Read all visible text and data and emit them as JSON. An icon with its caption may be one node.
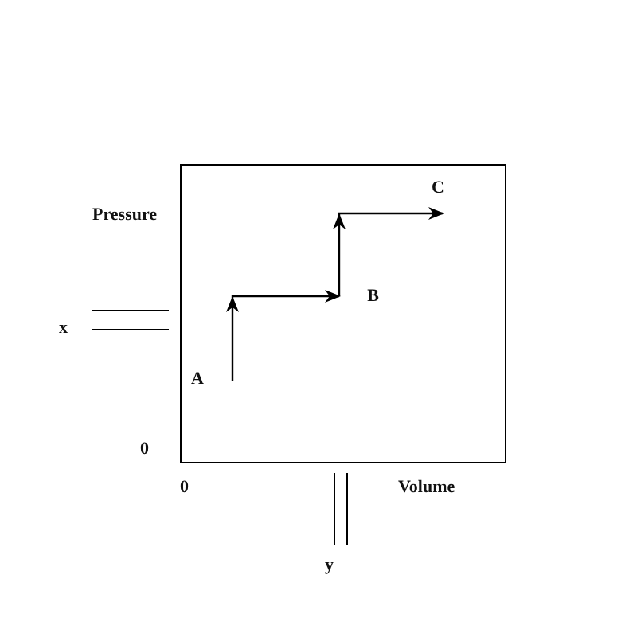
{
  "diagram": {
    "nodes": [
      {
        "text": [],
        "shape": "box"
      },
      {
        "text": [
          "A"
        ],
        "in": 0
      },
      {
        "text": [
          "B"
        ],
        "in": 0
      },
      {
        "text": [
          "C"
        ],
        "in": 0
      }
    ],
    "edges": [
      {
        "from": 1,
        "to": 2,
        "arrow": "to"
      },
      {
        "from": 2,
        "to": 3,
        "arrow": "to"
      }
    ],
    "labels": [
      "Pressure",
      "x",
      "0",
      "0",
      "Volume",
      "y"
    ]
  }
}
